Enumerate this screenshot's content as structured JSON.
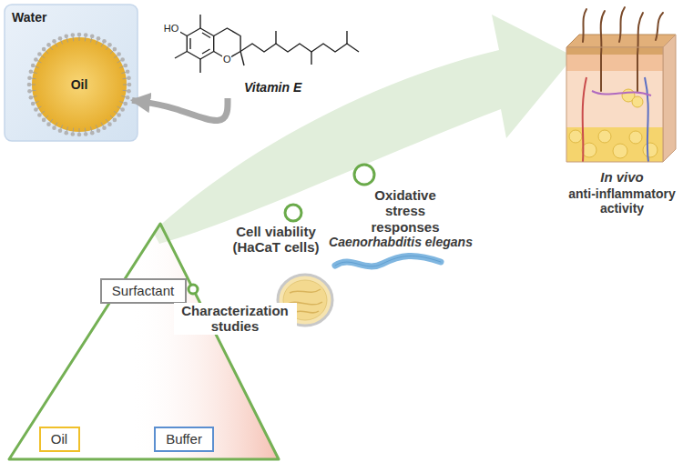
{
  "diagram": {
    "nodes": [
      {
        "text": [
          "Water"
        ]
      },
      {
        "text": [
          "Oil"
        ],
        "in": 0
      },
      {
        "text": [
          "Vitamin E"
        ]
      },
      {
        "text": [
          "Surfactant"
        ]
      },
      {
        "text": [
          "Oil"
        ]
      },
      {
        "text": [
          "Buffer"
        ]
      }
    ],
    "edges": [
      {
        "from": 2,
        "to": 1,
        "arrow": "to"
      }
    ],
    "labels": [
      "HO",
      "O",
      "Characterization studies",
      "Cell viability (HaCaT cells)",
      "Oxidative stress responses",
      "Caenorhabditis elegans",
      "In vivo",
      "anti-inflammatory activity"
    ]
  }
}
